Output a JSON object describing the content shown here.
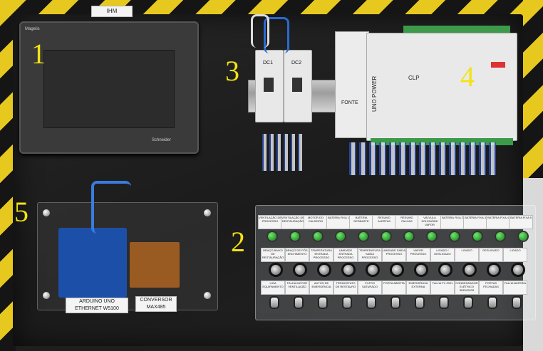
{
  "top_tag": "IHM",
  "hmi": {
    "brand_top": "Magelis",
    "brand_bottom": "Schneider"
  },
  "breakers": [
    "DC1",
    "DC2"
  ],
  "psu_label": "FONTE",
  "clp": {
    "side_text": "UNO POWER",
    "label": "CLP"
  },
  "arduino_label": "ARDUINO UNO ETHERNET W5100",
  "converter_label": "CONVERSOR MAX485",
  "numbers": [
    "1",
    "2",
    "3",
    "4",
    "5"
  ],
  "led_labels": [
    "VENTILAÇÃO DE PROCESSO",
    "VENTILAÇÃO DE RESTAURAÇÃO",
    "MOTOR DO CALDEIRO",
    "BATERIA FIXA 1",
    "BATERIA DESBASTE",
    "RESUMO ALERTAS",
    "RESUMO FALHAS",
    "VÁLVULA SOLENÓIDE VAPOR",
    "BATERIA FIXA 2",
    "BATERIA FIXA 3",
    "BATERIA FIXA 4",
    "BATERIA FIXA 5"
  ],
  "selector_labels": [
    "BRAÇO BAIXO DE RESTAURAÇÃO",
    "BRAÇO DE PÓS-ENCHIMENTO",
    "TEMPERATURA ENTRADA PROCESSO",
    "UMIDADE ENTRADA PROCESSO",
    "TEMPERATURA SAÍDA PROCESSO",
    "UMIDADE SAÍDA PROCESSO",
    "VAPOR PROCESSO",
    "LIGADO / DESLIGADO",
    "LIGADO",
    "DESLIGADO",
    "LIGADO"
  ],
  "toggle_labels": [
    "LIGA EQUIPAMENTO",
    "FALHA MOTOR VENTILAÇÃO",
    "AUTOS DE EMERGÊNCIA",
    "TERMOSTATO DE RESTAURO",
    "FILTRO SATURADO",
    "PORTA ABERTA",
    "EMERGÊNCIA EXTERNA",
    "FALHA FV 0001",
    "CONDENSADOR ELÉTRICO SERVIDOR",
    "PORTAS FECHADAS",
    "FALHA BATERIA"
  ]
}
